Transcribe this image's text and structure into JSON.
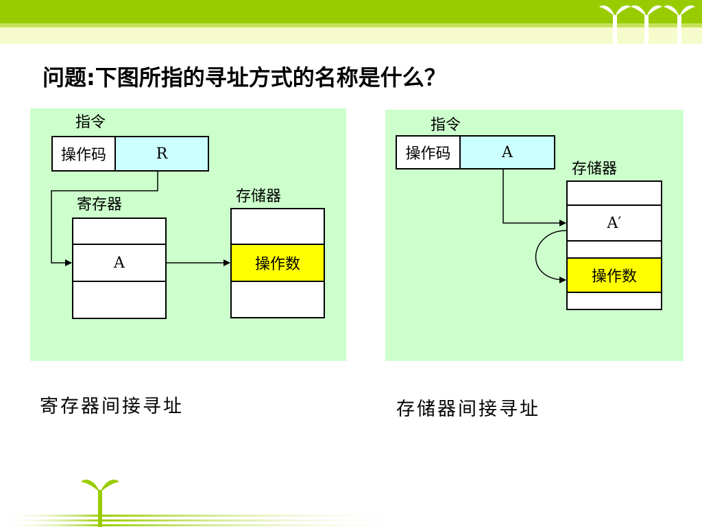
{
  "title": "问题:下图所指的寻址方式的名称是什么？",
  "left_diagram": {
    "instruction_label": "指令",
    "opcode": "操作码",
    "operand": "R",
    "register_label": "寄存器",
    "register_value": "A",
    "memory_label": "存储器",
    "memory_operand": "操作数",
    "caption": "寄存器间接寻址"
  },
  "right_diagram": {
    "instruction_label": "指令",
    "opcode": "操作码",
    "operand": "A",
    "memory_label": "存储器",
    "memory_cell": "A′",
    "memory_operand": "操作数",
    "caption": "存储器间接寻址"
  },
  "colors": {
    "panel_bg": "#ccffcc",
    "operand_box": "#ccffff",
    "highlight": "#ffff00",
    "top_band": "#99cc00"
  }
}
